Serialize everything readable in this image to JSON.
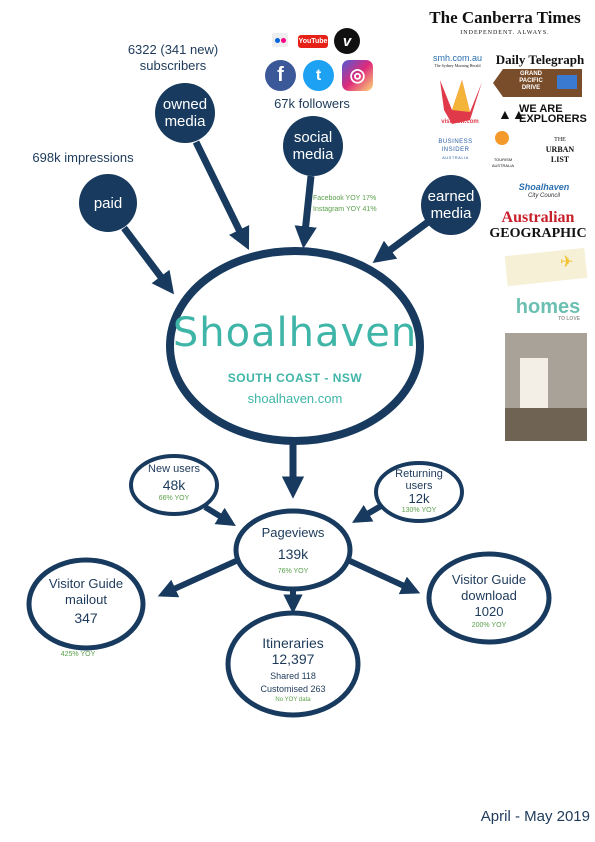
{
  "top_stats": {
    "owned_subscribers_line1": "6322 (341 new)",
    "owned_subscribers_line2": "subscribers",
    "paid_impressions": "698k impressions",
    "social_followers": "67k followers",
    "social_yoy_facebook": "Facebook YOY 17%",
    "social_yoy_instagram": "Instagram YOY 41%"
  },
  "channels": {
    "paid": "paid",
    "owned_line1": "owned",
    "owned_line2": "media",
    "social_line1": "social",
    "social_line2": "media",
    "earned_line1": "earned",
    "earned_line2": "media"
  },
  "center": {
    "brand": "Shoalhaven",
    "tagline": "SOUTH COAST - NSW",
    "url": "shoalhaven.com"
  },
  "nodes": {
    "new_users": {
      "label": "New users",
      "value": "48k",
      "yoy": "66% YOY"
    },
    "returning_users": {
      "label_line1": "Returning",
      "label_line2": "users",
      "value": "12k",
      "yoy": "130% YOY"
    },
    "pageviews": {
      "label": "Pageviews",
      "value": "139k",
      "yoy": "76% YOY"
    },
    "visitor_guide_mailout": {
      "label_line1": "Visitor Guide",
      "label_line2": "mailout",
      "value": "347",
      "yoy": "425% YOY"
    },
    "visitor_guide_download": {
      "label_line1": "Visitor Guide",
      "label_line2": "download",
      "value": "1020",
      "yoy": "200% YOY"
    },
    "itineraries": {
      "label": "Itineraries",
      "value": "12,397",
      "shared": "Shared 118",
      "customised": "Customised 263",
      "note": "No YOY data"
    }
  },
  "social_icons": [
    "flickr-icon",
    "youtube-icon",
    "vimeo-icon",
    "facebook-icon",
    "twitter-icon",
    "instagram-icon"
  ],
  "social_icon_text": {
    "youtube": "YouTube",
    "vimeo": "v",
    "facebook": "f",
    "twitter": "t",
    "instagram": "◎"
  },
  "press": {
    "canberra_times": "The Canberra Times",
    "canberra_tagline": "INDEPENDENT. ALWAYS.",
    "smh": "smh.com.au",
    "smh_sub": "The Sydney Morning Herald",
    "daily_telegraph": "Daily Telegraph",
    "gpd_line1": "GRAND",
    "gpd_line2": "PACIFIC",
    "gpd_line3": "DRIVE",
    "visitnsw": "visitnsw.com",
    "we_are_explorers_line1": "WE ARE",
    "we_are_explorers_line2": "EXPLORERS",
    "business_insider_line1": "BUSINESS",
    "business_insider_line2": "INSIDER",
    "business_insider_line3": "AUSTRALIA",
    "tourism_australia_line1": "TOURISM",
    "tourism_australia_line2": "AUSTRALIA",
    "urban_list_line1": "THE",
    "urban_list_line2": "URBAN",
    "urban_list_line3": "LIST",
    "shoalhaven_council_line1": "Shoalhaven",
    "shoalhaven_council_line2": "City Council",
    "australian_geographic_line1": "Australian",
    "australian_geographic_line2": "GEOGRAPHIC",
    "homes_line1": "homes",
    "homes_line2": "TO LOVE"
  },
  "date_range": "April - May 2019",
  "colors": {
    "navy": "#173a5e",
    "teal": "#3fb5a8",
    "green": "#5aa04a"
  }
}
